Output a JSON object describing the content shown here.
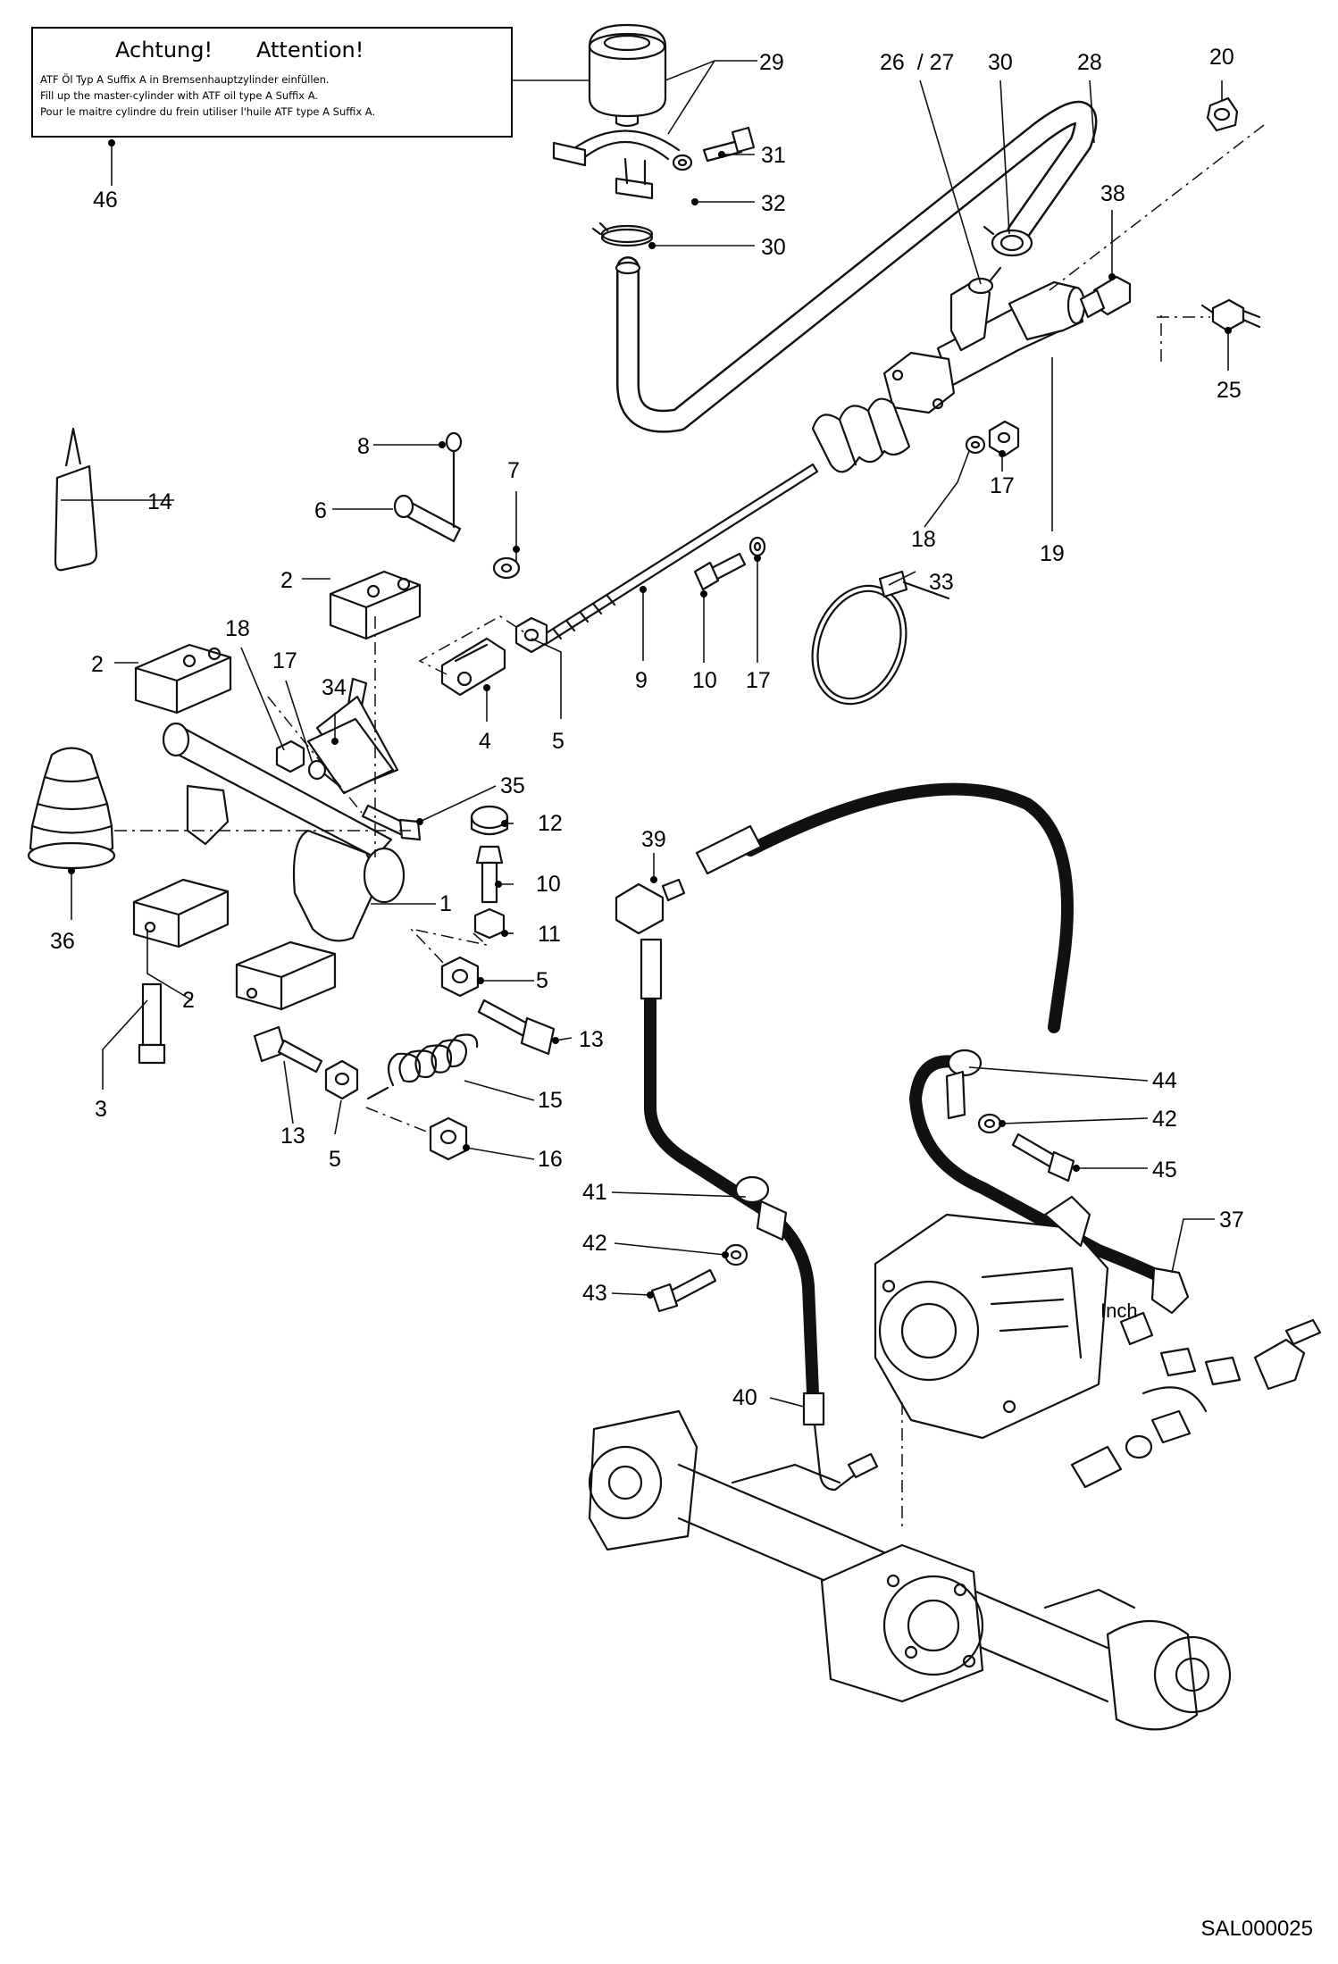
{
  "warning_box": {
    "title_de": "Achtung!",
    "title_en": "Attention!",
    "lines": [
      "ATF Öl Typ A Suffix A in Bremsenhauptzylinder einfüllen.",
      "Fill up the master-cylinder with ATF oil type A Suffix A.",
      "Pour le maitre cylindre du frein utiliser l'huile ATF type A Suffix A."
    ]
  },
  "callouts": [
    {
      "id": "c46",
      "label": "46"
    },
    {
      "id": "c29",
      "label": "29"
    },
    {
      "id": "c31",
      "label": "31"
    },
    {
      "id": "c32",
      "label": "32"
    },
    {
      "id": "c30a",
      "label": "30"
    },
    {
      "id": "c2627",
      "label": "26  / 27"
    },
    {
      "id": "c30b",
      "label": "30"
    },
    {
      "id": "c28",
      "label": "28"
    },
    {
      "id": "c20",
      "label": "20"
    },
    {
      "id": "c38",
      "label": "38"
    },
    {
      "id": "c25",
      "label": "25"
    },
    {
      "id": "c8",
      "label": "8"
    },
    {
      "id": "c7",
      "label": "7"
    },
    {
      "id": "c6",
      "label": "6"
    },
    {
      "id": "c14",
      "label": "14"
    },
    {
      "id": "c2a",
      "label": "2"
    },
    {
      "id": "c18a",
      "label": "18"
    },
    {
      "id": "c17a",
      "label": "17"
    },
    {
      "id": "c19",
      "label": "19"
    },
    {
      "id": "c33",
      "label": "33"
    },
    {
      "id": "c2b",
      "label": "2"
    },
    {
      "id": "c18b",
      "label": "18"
    },
    {
      "id": "c17b",
      "label": "17"
    },
    {
      "id": "c34",
      "label": "34"
    },
    {
      "id": "c9",
      "label": "9"
    },
    {
      "id": "c10a",
      "label": "10"
    },
    {
      "id": "c17c",
      "label": "17"
    },
    {
      "id": "c4",
      "label": "4"
    },
    {
      "id": "c5a",
      "label": "5"
    },
    {
      "id": "c35",
      "label": "35"
    },
    {
      "id": "c12",
      "label": "12"
    },
    {
      "id": "c39",
      "label": "39"
    },
    {
      "id": "c10b",
      "label": "10"
    },
    {
      "id": "c1",
      "label": "1"
    },
    {
      "id": "c11",
      "label": "11"
    },
    {
      "id": "c36",
      "label": "36"
    },
    {
      "id": "c5b",
      "label": "5"
    },
    {
      "id": "c2c",
      "label": "2"
    },
    {
      "id": "c13a",
      "label": "13"
    },
    {
      "id": "c3",
      "label": "3"
    },
    {
      "id": "c15",
      "label": "15"
    },
    {
      "id": "c13b",
      "label": "13"
    },
    {
      "id": "c5c",
      "label": "5"
    },
    {
      "id": "c16",
      "label": "16"
    },
    {
      "id": "c44",
      "label": "44"
    },
    {
      "id": "c42a",
      "label": "42"
    },
    {
      "id": "c45",
      "label": "45"
    },
    {
      "id": "c41",
      "label": "41"
    },
    {
      "id": "c37",
      "label": "37"
    },
    {
      "id": "c42b",
      "label": "42"
    },
    {
      "id": "c43",
      "label": "43"
    },
    {
      "id": "c40",
      "label": "40"
    }
  ],
  "inch_label": "Inch",
  "drawing_code": "SAL000025"
}
